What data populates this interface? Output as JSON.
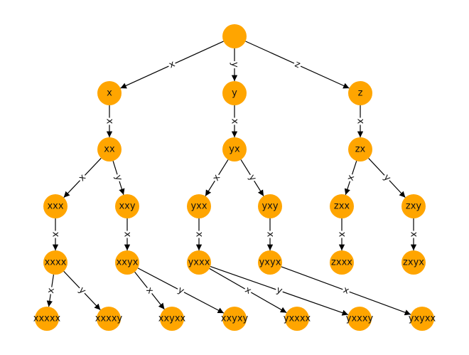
{
  "diagram": {
    "node_color": "#FFA500",
    "edge_color": "#000000",
    "nodes": [
      {
        "id": "root",
        "label": ""
      },
      {
        "id": "x",
        "label": "x"
      },
      {
        "id": "y",
        "label": "y"
      },
      {
        "id": "z",
        "label": "z"
      },
      {
        "id": "xx",
        "label": "xx"
      },
      {
        "id": "yx",
        "label": "yx"
      },
      {
        "id": "zx",
        "label": "zx"
      },
      {
        "id": "xxx",
        "label": "xxx"
      },
      {
        "id": "xxy",
        "label": "xxy"
      },
      {
        "id": "yxx",
        "label": "yxx"
      },
      {
        "id": "yxy",
        "label": "yxy"
      },
      {
        "id": "zxx",
        "label": "zxx"
      },
      {
        "id": "zxy",
        "label": "zxy"
      },
      {
        "id": "xxxx",
        "label": "xxxx"
      },
      {
        "id": "xxyx",
        "label": "xxyx"
      },
      {
        "id": "yxxx",
        "label": "yxxx"
      },
      {
        "id": "yxyx",
        "label": "yxyx"
      },
      {
        "id": "zxxx",
        "label": "zxxx"
      },
      {
        "id": "zxyx",
        "label": "zxyx"
      },
      {
        "id": "xxxxx",
        "label": "xxxxx"
      },
      {
        "id": "xxxxy",
        "label": "xxxxy"
      },
      {
        "id": "xxyxx",
        "label": "xxyxx"
      },
      {
        "id": "xxyxy",
        "label": "xxyxy"
      },
      {
        "id": "yxxxx",
        "label": "yxxxx"
      },
      {
        "id": "yxxxy",
        "label": "yxxxy"
      },
      {
        "id": "yxyxx",
        "label": "yxyxx"
      }
    ],
    "edges": [
      {
        "from": "root",
        "to": "x",
        "label": "x"
      },
      {
        "from": "root",
        "to": "y",
        "label": "y"
      },
      {
        "from": "root",
        "to": "z",
        "label": "z"
      },
      {
        "from": "x",
        "to": "xx",
        "label": "x"
      },
      {
        "from": "y",
        "to": "yx",
        "label": "x"
      },
      {
        "from": "z",
        "to": "zx",
        "label": "x"
      },
      {
        "from": "xx",
        "to": "xxx",
        "label": "x"
      },
      {
        "from": "xx",
        "to": "xxy",
        "label": "y"
      },
      {
        "from": "yx",
        "to": "yxx",
        "label": "x"
      },
      {
        "from": "yx",
        "to": "yxy",
        "label": "y"
      },
      {
        "from": "zx",
        "to": "zxx",
        "label": "x"
      },
      {
        "from": "zx",
        "to": "zxy",
        "label": "y"
      },
      {
        "from": "xxx",
        "to": "xxxx",
        "label": "x"
      },
      {
        "from": "xxy",
        "to": "xxyx",
        "label": "x"
      },
      {
        "from": "yxx",
        "to": "yxxx",
        "label": "x"
      },
      {
        "from": "yxy",
        "to": "yxyx",
        "label": "x"
      },
      {
        "from": "zxx",
        "to": "zxxx",
        "label": "x"
      },
      {
        "from": "zxy",
        "to": "zxyx",
        "label": "x"
      },
      {
        "from": "xxxx",
        "to": "xxxxx",
        "label": "x"
      },
      {
        "from": "xxxx",
        "to": "xxxxy",
        "label": "y"
      },
      {
        "from": "xxyx",
        "to": "xxyxx",
        "label": "x"
      },
      {
        "from": "xxyx",
        "to": "xxyxy",
        "label": "y"
      },
      {
        "from": "yxxx",
        "to": "yxxxx",
        "label": "x"
      },
      {
        "from": "yxxx",
        "to": "yxxxy",
        "label": "y"
      },
      {
        "from": "yxyx",
        "to": "yxyxx",
        "label": "x"
      }
    ]
  }
}
